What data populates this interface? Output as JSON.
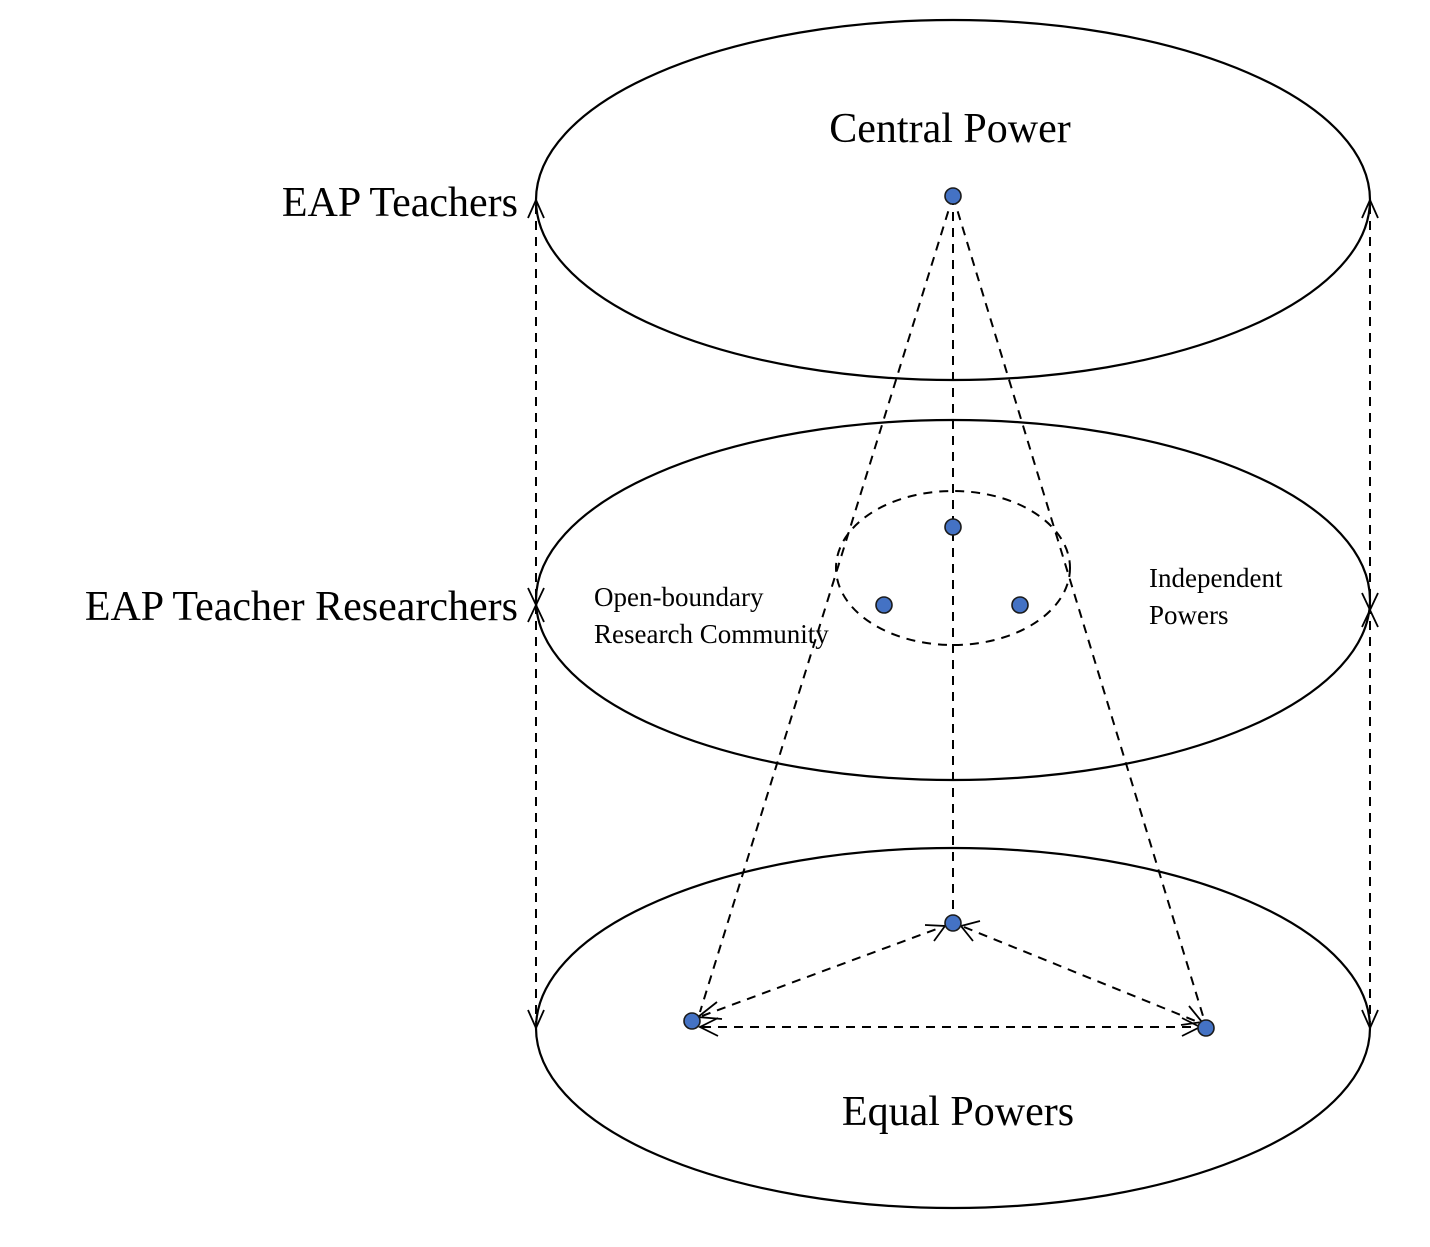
{
  "labels": {
    "central_power": "Central Power",
    "equal_powers": "Equal Powers",
    "eap_teachers": "EAP Teachers",
    "eap_teacher_researchers": "EAP Teacher Researchers",
    "open_boundary_line1": "Open-boundary",
    "open_boundary_line2": "Research Community",
    "independent_line1": "Independent",
    "independent_line2": "Powers"
  },
  "colors": {
    "node_fill": "#4472C4",
    "line": "#000000",
    "background": "#ffffff"
  }
}
